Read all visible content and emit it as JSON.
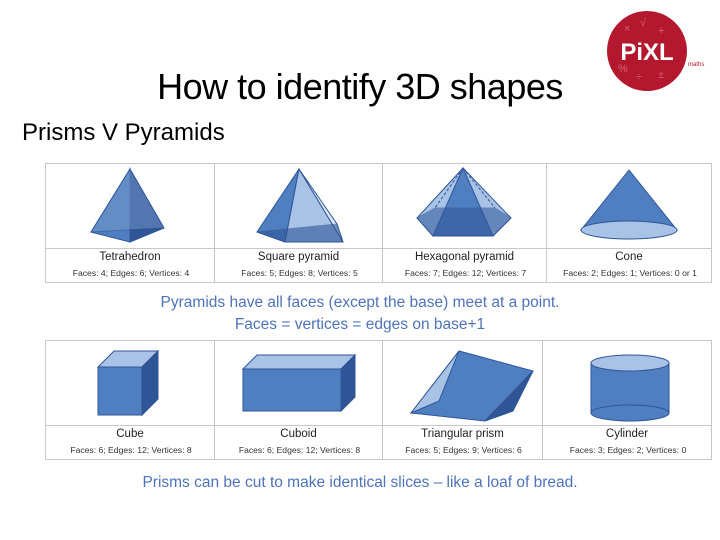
{
  "slide": {
    "title": "How to identify 3D shapes",
    "subtitle": "Prisms V Pyramids",
    "logo_text": "PiXL",
    "logo_sub": "maths"
  },
  "pyramids": [
    {
      "name": "Tetrahedron",
      "facts": "Faces: 4; Edges: 6; Vertices: 4"
    },
    {
      "name": "Square pyramid",
      "facts": "Faces: 5; Edges: 8; Vertices: 5"
    },
    {
      "name": "Hexagonal pyramid",
      "facts": "Faces: 7; Edges: 12; Vertices: 7"
    },
    {
      "name": "Cone",
      "facts": "Faces: 2; Edges: 1; Vertices: 0 or 1"
    }
  ],
  "pyramid_note": {
    "line1": "Pyramids have all faces (except the base) meet at a point.",
    "line2": "Faces = vertices = edges on base+1"
  },
  "prisms": [
    {
      "name": "Cube",
      "facts": "Faces: 6; Edges: 12; Vertices: 8"
    },
    {
      "name": "Cuboid",
      "facts": "Faces: 6; Edges: 12; Vertices: 8"
    },
    {
      "name": "Triangular prism",
      "facts": "Faces: 5; Edges: 9; Vertices: 6"
    },
    {
      "name": "Cylinder",
      "facts": "Faces: 3; Edges: 2; Vertices: 0"
    }
  ],
  "prism_note": "Prisms can be cut to make identical slices – like a loaf of bread.",
  "colors": {
    "logo_red": "#b3182e",
    "shape_dark": "#2f5597",
    "shape_mid": "#4f7fc0",
    "shape_light": "#a9c3e6",
    "note_blue": "#4f73b8"
  }
}
